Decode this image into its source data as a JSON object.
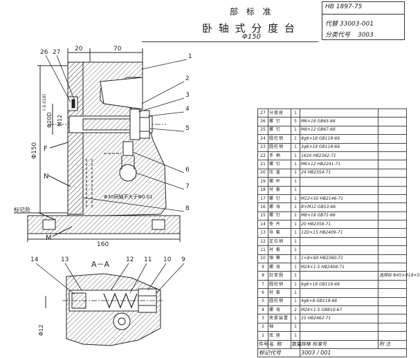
{
  "header": {
    "dept": "部 标 准",
    "title": "卧 轴 式 分 度 台",
    "subtitle": "Φ150",
    "std_no": "HB 1897-75",
    "replaces": "代替 33003-001",
    "code_label": "分类代号",
    "code_value": "3003"
  },
  "drawing": {
    "dim_20": "20",
    "dim_70": "70",
    "dim_160": "160",
    "dim_phi150": "Φ150",
    "dim_phi20": "Φ20D",
    "dim_m12": "M12",
    "dim_phi12": "Φ12",
    "tol_note": "(-0.018)",
    "runout_note": "Φ30同轴不大于Φ0.01",
    "section_label": "A－A",
    "mark_label": "标记处",
    "letter_f": "F",
    "letter_n": "N",
    "letter_m": "M",
    "callouts": [
      "26",
      "27",
      "1",
      "2",
      "3",
      "4",
      "5",
      "6",
      "7",
      "8",
      "14",
      "13",
      "12",
      "11",
      "10",
      "9"
    ]
  },
  "bom": {
    "rows": [
      [
        "27",
        "分度座",
        "1",
        "",
        ""
      ],
      [
        "26",
        "螺 钉",
        "5",
        "M6×16  GB65-66",
        ""
      ],
      [
        "25",
        "螺 钉",
        "1",
        "M8×12  GB67-66",
        ""
      ],
      [
        "24",
        "圆柱销",
        "1",
        "8g6×18  GB119-66",
        ""
      ],
      [
        "23",
        "圆柱销",
        "1",
        "3g6×18  GB119-66",
        ""
      ],
      [
        "22",
        "手 柄",
        "1",
        "1620    HB2362-71",
        ""
      ],
      [
        "21",
        "螺 钉",
        "1",
        "M6×12   HB2241-71",
        ""
      ],
      [
        "20",
        "压 盖",
        "1",
        "24      HB2354-71",
        ""
      ],
      [
        "19",
        "螺 杆",
        "1",
        "",
        ""
      ],
      [
        "18",
        "衬 套",
        "1",
        "",
        ""
      ],
      [
        "17",
        "螺 钉",
        "1",
        "M12×50  HB2146-71",
        ""
      ],
      [
        "16",
        "螺 母",
        "1",
        "B×M12  GB53-66",
        ""
      ],
      [
        "15",
        "螺 钉",
        "1",
        "M8×18   GB71-66",
        ""
      ],
      [
        "14",
        "垫 片",
        "1",
        "20      HB2358-71",
        ""
      ],
      [
        "13",
        "导 套",
        "1",
        "12D×15  HB2409-71",
        ""
      ],
      [
        "12",
        "定位销",
        "1",
        "",
        ""
      ],
      [
        "11",
        "衬 套",
        "1",
        "",
        ""
      ],
      [
        "10",
        "弹 簧",
        "1",
        "1×8×60  HB2360-71",
        ""
      ],
      [
        "9",
        "螺 母",
        "1",
        "M24×1.5  HB2408-71",
        ""
      ],
      [
        "8",
        "封单圈",
        "1",
        "",
        "选用标 Φ45×Φ18×5"
      ],
      [
        "7",
        "圆柱销",
        "1",
        "6g6×18  GB119-66",
        ""
      ],
      [
        "6",
        "衬 套",
        "1",
        "",
        ""
      ],
      [
        "5",
        "圆柱销",
        "1",
        "4g6×8   GB119-66",
        ""
      ],
      [
        "4",
        "螺 母",
        "2",
        "M24×1.5  GB810-67",
        ""
      ],
      [
        "3",
        "夹紧装置",
        "1",
        "25      HB2462-71",
        ""
      ],
      [
        "2",
        "轴",
        "1",
        "",
        ""
      ],
      [
        "1",
        "底 座",
        "1",
        "",
        ""
      ]
    ],
    "head": [
      "件号",
      "名 称",
      "数量",
      "规格  标准号",
      "附     注"
    ],
    "foot": "标记代号",
    "foot_value": "3003 / 001"
  }
}
